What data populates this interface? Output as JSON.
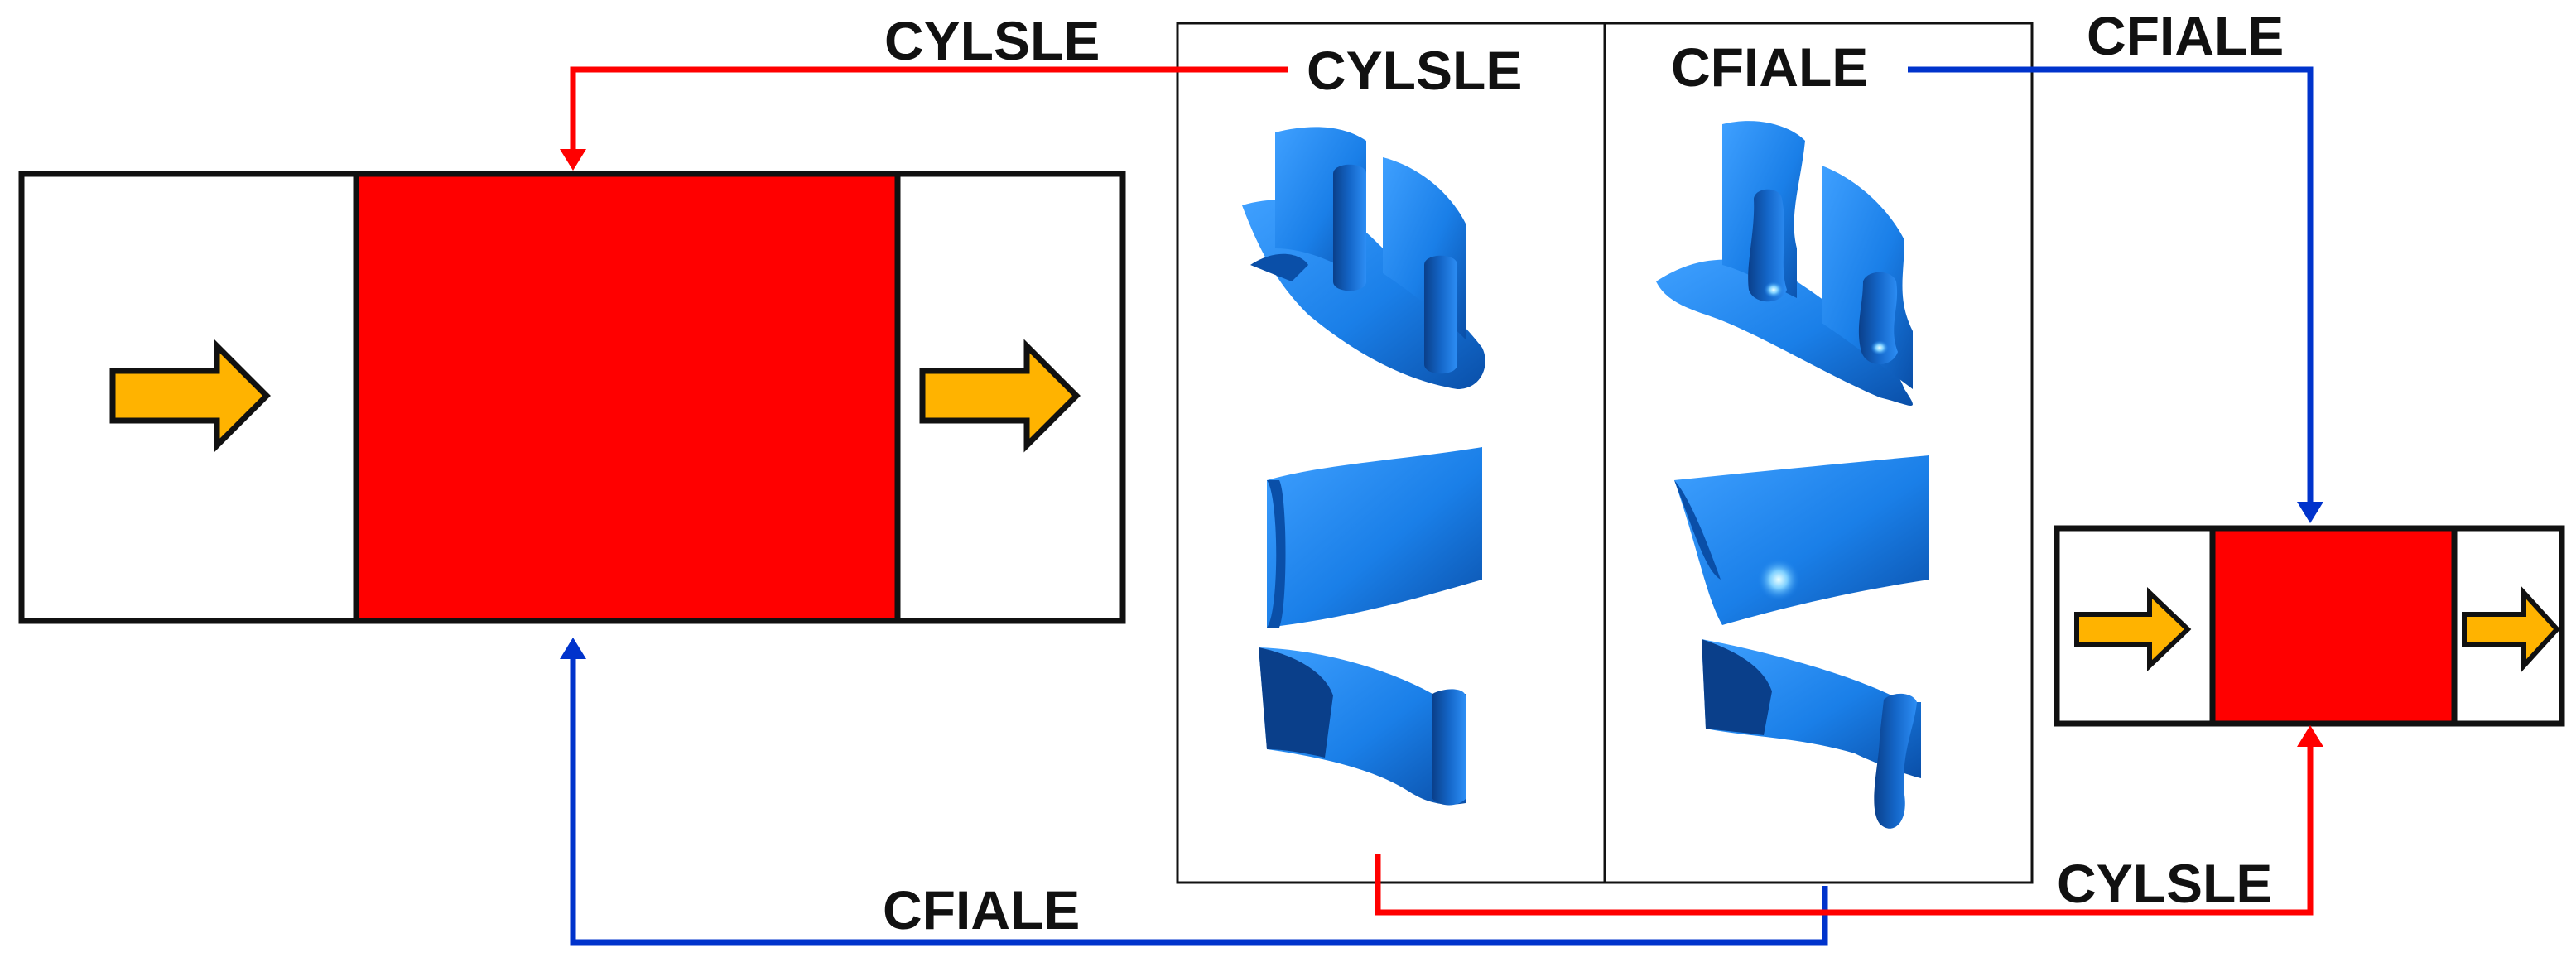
{
  "labels": {
    "top_left_connector": "CYLSLE",
    "panel_left_title": "CYLSLE",
    "panel_right_title": "CFIALE",
    "top_right_connector": "CFIALE",
    "bottom_left_connector": "CFIALE",
    "bottom_right_connector": "CYLSLE"
  },
  "colors": {
    "red": "#ff0000",
    "blue": "#0033cc",
    "arrow_yellow": "#ffb300",
    "surface_blue": "#1a7fe8",
    "surface_dark": "#0a4fa8",
    "outline": "#111111"
  },
  "icons": {
    "flow_arrow": "right-arrow-icon",
    "surface": "blade-surface-icon"
  }
}
